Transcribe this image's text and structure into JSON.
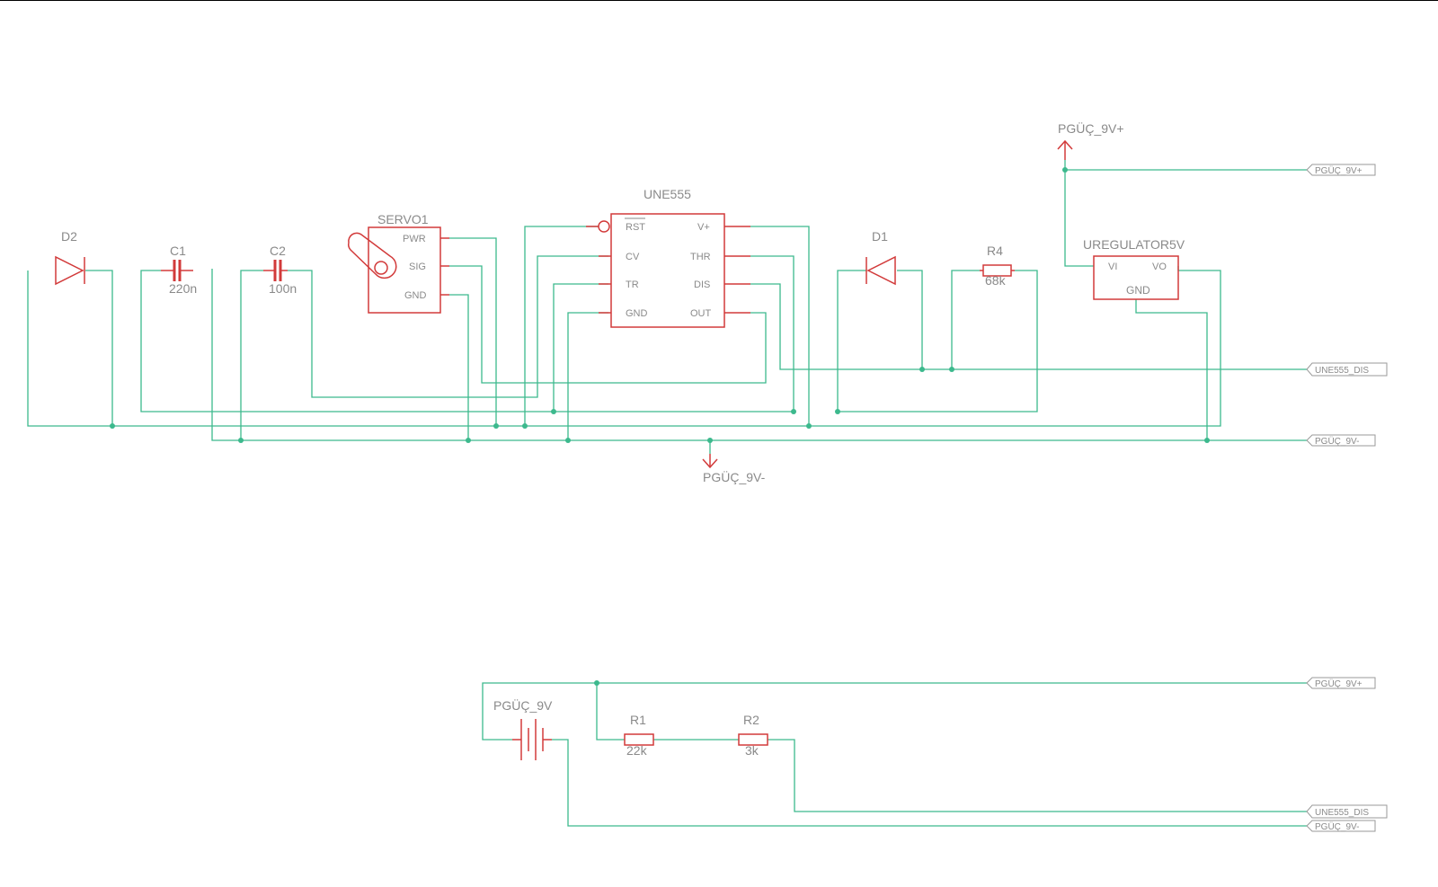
{
  "components": {
    "d2": {
      "ref": "D2"
    },
    "c1": {
      "ref": "C1",
      "value": "220n"
    },
    "c2": {
      "ref": "C2",
      "value": "100n"
    },
    "servo": {
      "ref": "SERVO1",
      "pins": [
        "PWR",
        "SIG",
        "GND"
      ]
    },
    "ic555": {
      "ref": "UNE555",
      "left_pins": [
        "RST",
        "CV",
        "TR",
        "GND"
      ],
      "right_pins": [
        "V+",
        "THR",
        "DIS",
        "OUT"
      ]
    },
    "d1": {
      "ref": "D1"
    },
    "r4": {
      "ref": "R4",
      "value": "68k"
    },
    "regulator": {
      "ref": "UREGULATOR5V",
      "pins": [
        "VI",
        "VO",
        "GND"
      ]
    },
    "battery": {
      "ref": "PGÜÇ_9V"
    },
    "r1": {
      "ref": "R1",
      "value": "22k"
    },
    "r2": {
      "ref": "R2",
      "value": "3k"
    }
  },
  "power_symbols": {
    "vplus": "PGÜÇ_9V+",
    "vminus": "PGÜÇ_9V-"
  },
  "net_labels": {
    "top_vplus": "PGÜÇ_9V+",
    "top_dis": "UNE555_DIS",
    "top_vminus": "PGÜÇ_9V-",
    "bottom_vplus": "PGÜÇ_9V+",
    "bottom_dis": "UNE555_DIS",
    "bottom_vminus": "PGÜÇ_9V-"
  },
  "colors": {
    "wire": "#3cb98d",
    "component": "#d23a3a",
    "label": "#8a8a8a"
  }
}
